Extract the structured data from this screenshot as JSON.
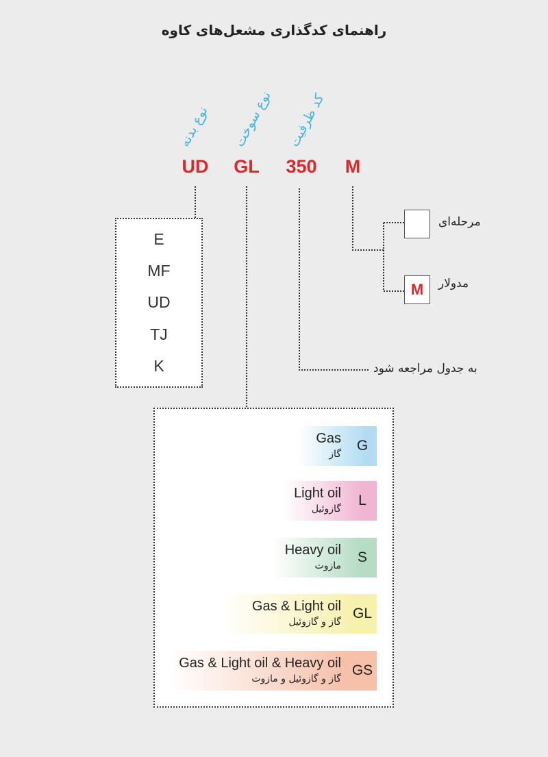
{
  "title": "راهنمای کدگذاری مشعل‌های کاوه",
  "code_parts": [
    {
      "code": "UD",
      "label": "نوع بدنه"
    },
    {
      "code": "GL",
      "label": "نوع سوخت"
    },
    {
      "code": "350",
      "label": "کد ظرفیت"
    },
    {
      "code": "M",
      "label": ""
    }
  ],
  "body_types": [
    "E",
    "MF",
    "UD",
    "TJ",
    "K"
  ],
  "capacity_note": "به جدول مراجعه شود",
  "mode_options": [
    {
      "label": "مرحله‌ای",
      "box": ""
    },
    {
      "label": "مدولار",
      "box": "M"
    }
  ],
  "fuels": [
    {
      "code": "G",
      "en": "Gas",
      "fa": "گاز",
      "color": "#b3dcf3"
    },
    {
      "code": "L",
      "en": "Light oil",
      "fa": "گازوئیل",
      "color": "#f0b5d1"
    },
    {
      "code": "S",
      "en": "Heavy oil",
      "fa": "مازوت",
      "color": "#b6dcc4"
    },
    {
      "code": "GL",
      "en": "Gas & Light oil",
      "fa": "گاز و گازوئیل",
      "color": "#f7f1ae"
    },
    {
      "code": "GS",
      "en": "Gas & Light oil & Heavy oil",
      "fa": "گاز و گازوئیل و مازوت",
      "color": "#f6c0a9"
    }
  ]
}
